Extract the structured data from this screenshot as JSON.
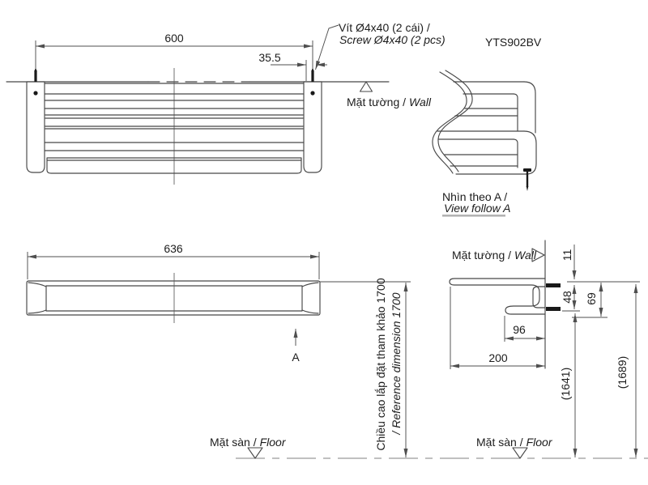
{
  "product_code": "YTS902BV",
  "front_view": {
    "dim_width": "600",
    "dim_screw_offset": "35.5",
    "screw_note_vi": "Vít Ø4x40 (2 cái) /",
    "screw_note_en": "Screw Ø4x40 (2 pcs)",
    "wall_label_vi": "Mặt tường /",
    "wall_label_en": "Wall"
  },
  "side_view": {
    "caption_vi": "Nhìn theo A /",
    "caption_en": "View follow A"
  },
  "plan_view": {
    "dim_overall": "636",
    "view_arrow": "A"
  },
  "height_ref": {
    "line_vi": "Chiều cao lắp đặt tham khảo 1700",
    "line_en": "/ Reference dimension 1700"
  },
  "section_view": {
    "wall_label_vi": "Mặt tường /",
    "wall_label_en": "Wall",
    "dim_top": "11",
    "dim_mid": "48",
    "dim_height": "69",
    "dim_lip": "96",
    "dim_depth": "200",
    "dim_ref_lower": "(1641)",
    "dim_ref_upper": "(1689)"
  },
  "floor_left": {
    "label_vi": "Mặt sàn /",
    "label_en": "Floor"
  },
  "floor_right": {
    "label_vi": "Mặt sàn /",
    "label_en": "Floor"
  },
  "style": {
    "line_color": "#474747",
    "underline_color": "#b3b3b3"
  }
}
